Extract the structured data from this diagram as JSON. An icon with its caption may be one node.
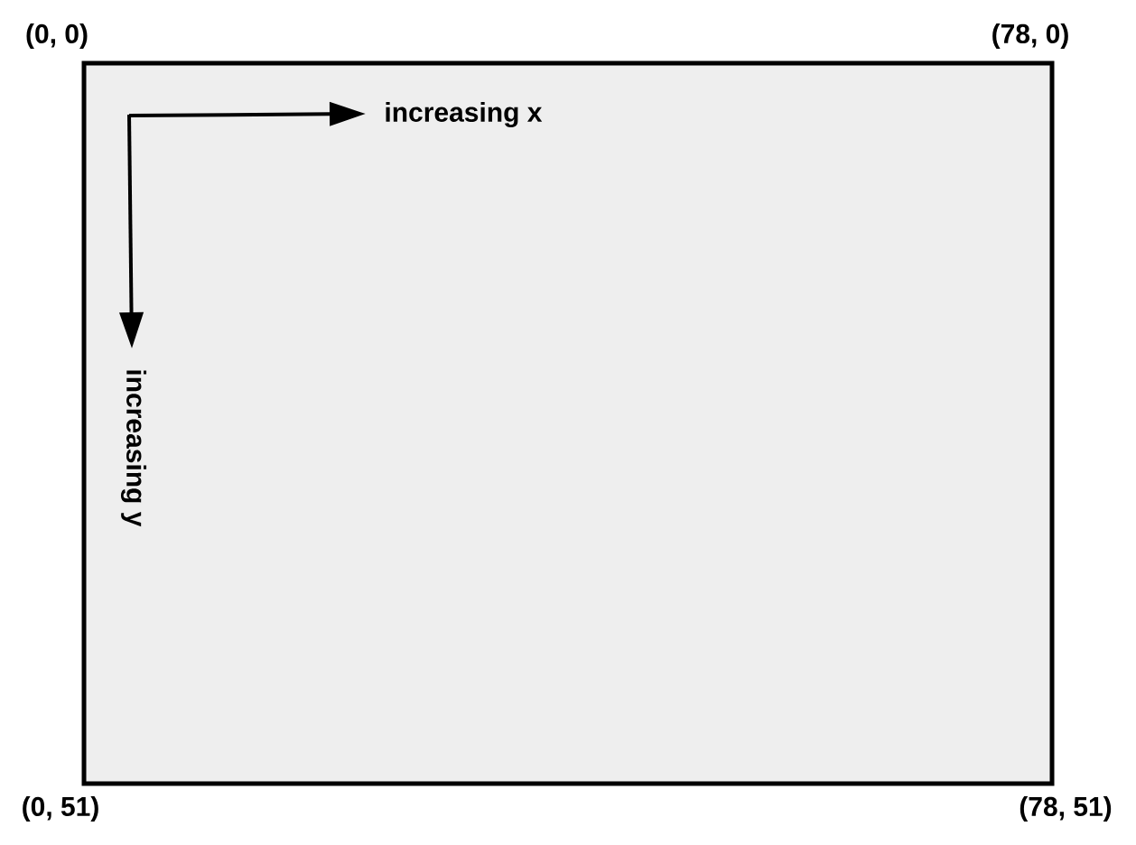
{
  "diagram": {
    "labels": [
      "(0, 0)",
      "(78, 0)",
      "increasing x",
      "increasing y",
      "(0, 51)",
      "(78, 51)"
    ]
  }
}
